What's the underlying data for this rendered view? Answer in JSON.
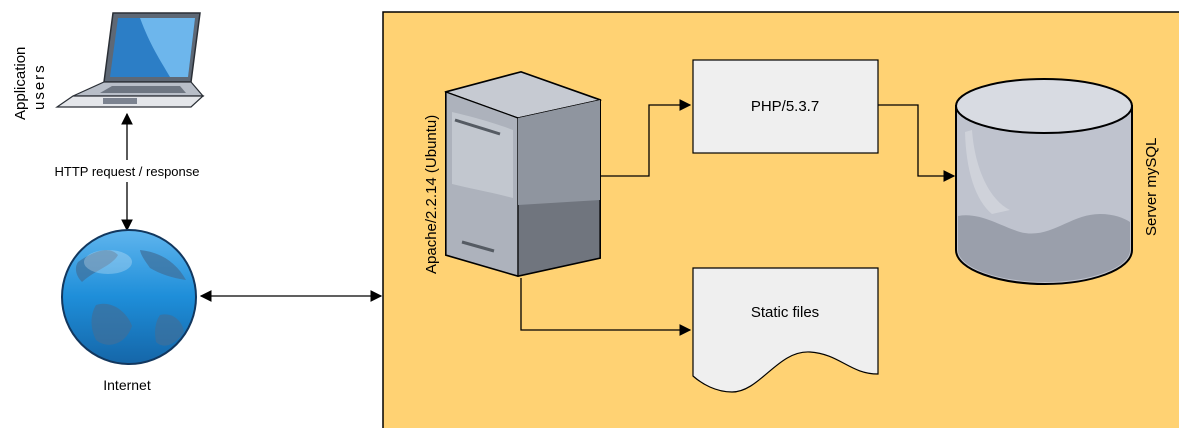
{
  "nodes": {
    "users": {
      "label_line1": "Application",
      "label_line2": "users"
    },
    "internet": {
      "label": "Internet"
    },
    "apache": {
      "label": "Apache/2.2.14 (Ubuntu)"
    },
    "php": {
      "label": "PHP/5.3.7"
    },
    "static_files": {
      "label": "Static files"
    },
    "database": {
      "label": "Server mySQL"
    }
  },
  "edges": {
    "users_internet": {
      "label": "HTTP request / response"
    }
  },
  "colors": {
    "server_zone_fill": "#FFD273",
    "box_fill": "#EFEFEF",
    "globe_fill": "#1E8ED9",
    "cylinder_fill": "#BFC3CE",
    "line": "#000000"
  }
}
